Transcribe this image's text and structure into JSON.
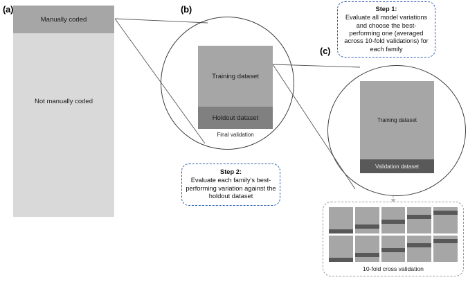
{
  "figure": {
    "panels": {
      "a": {
        "label": "(a)",
        "segments": [
          {
            "name": "manually-coded",
            "label": "Manually coded",
            "color": "#a6a6a6",
            "fraction": 0.13
          },
          {
            "name": "not-manually-coded",
            "label": "Not manually coded",
            "color": "#d9d9d9",
            "fraction": 0.87
          }
        ]
      },
      "b": {
        "label": "(b)",
        "caption": "Final validation",
        "segments": [
          {
            "name": "training-dataset",
            "label": "Training dataset",
            "color": "#a6a6a6",
            "fraction": 0.73
          },
          {
            "name": "holdout-dataset",
            "label": "Holdout dataset",
            "color": "#808080",
            "fraction": 0.27
          }
        ]
      },
      "c": {
        "label": "(c)",
        "segments": [
          {
            "name": "training-dataset",
            "label": "Training dataset",
            "color": "#a6a6a6",
            "fraction": 0.85
          },
          {
            "name": "validation-dataset",
            "label": "Validation dataset",
            "color": "#595959",
            "fraction": 0.15
          }
        ]
      }
    },
    "callouts": {
      "step1": {
        "title": "Step 1:",
        "body": "Evaluate all model variations and choose the best-performing one (averaged across 10-fold validations) for each family",
        "border_color": "#2a5db0"
      },
      "step2": {
        "title": "Step 2:",
        "body": "Evaluate each family’s best-performing variation against the holdout dataset",
        "border_color": "#2a5db0"
      }
    },
    "kfold": {
      "label": "10-fold cross validation",
      "folds": 10,
      "fold_band_color": "#585858",
      "fold_base_color": "#a6a6a6",
      "border_color": "#9a9a9a",
      "band_positions_pct": [
        84,
        66,
        48,
        30,
        12,
        84,
        66,
        48,
        30,
        12
      ]
    }
  }
}
